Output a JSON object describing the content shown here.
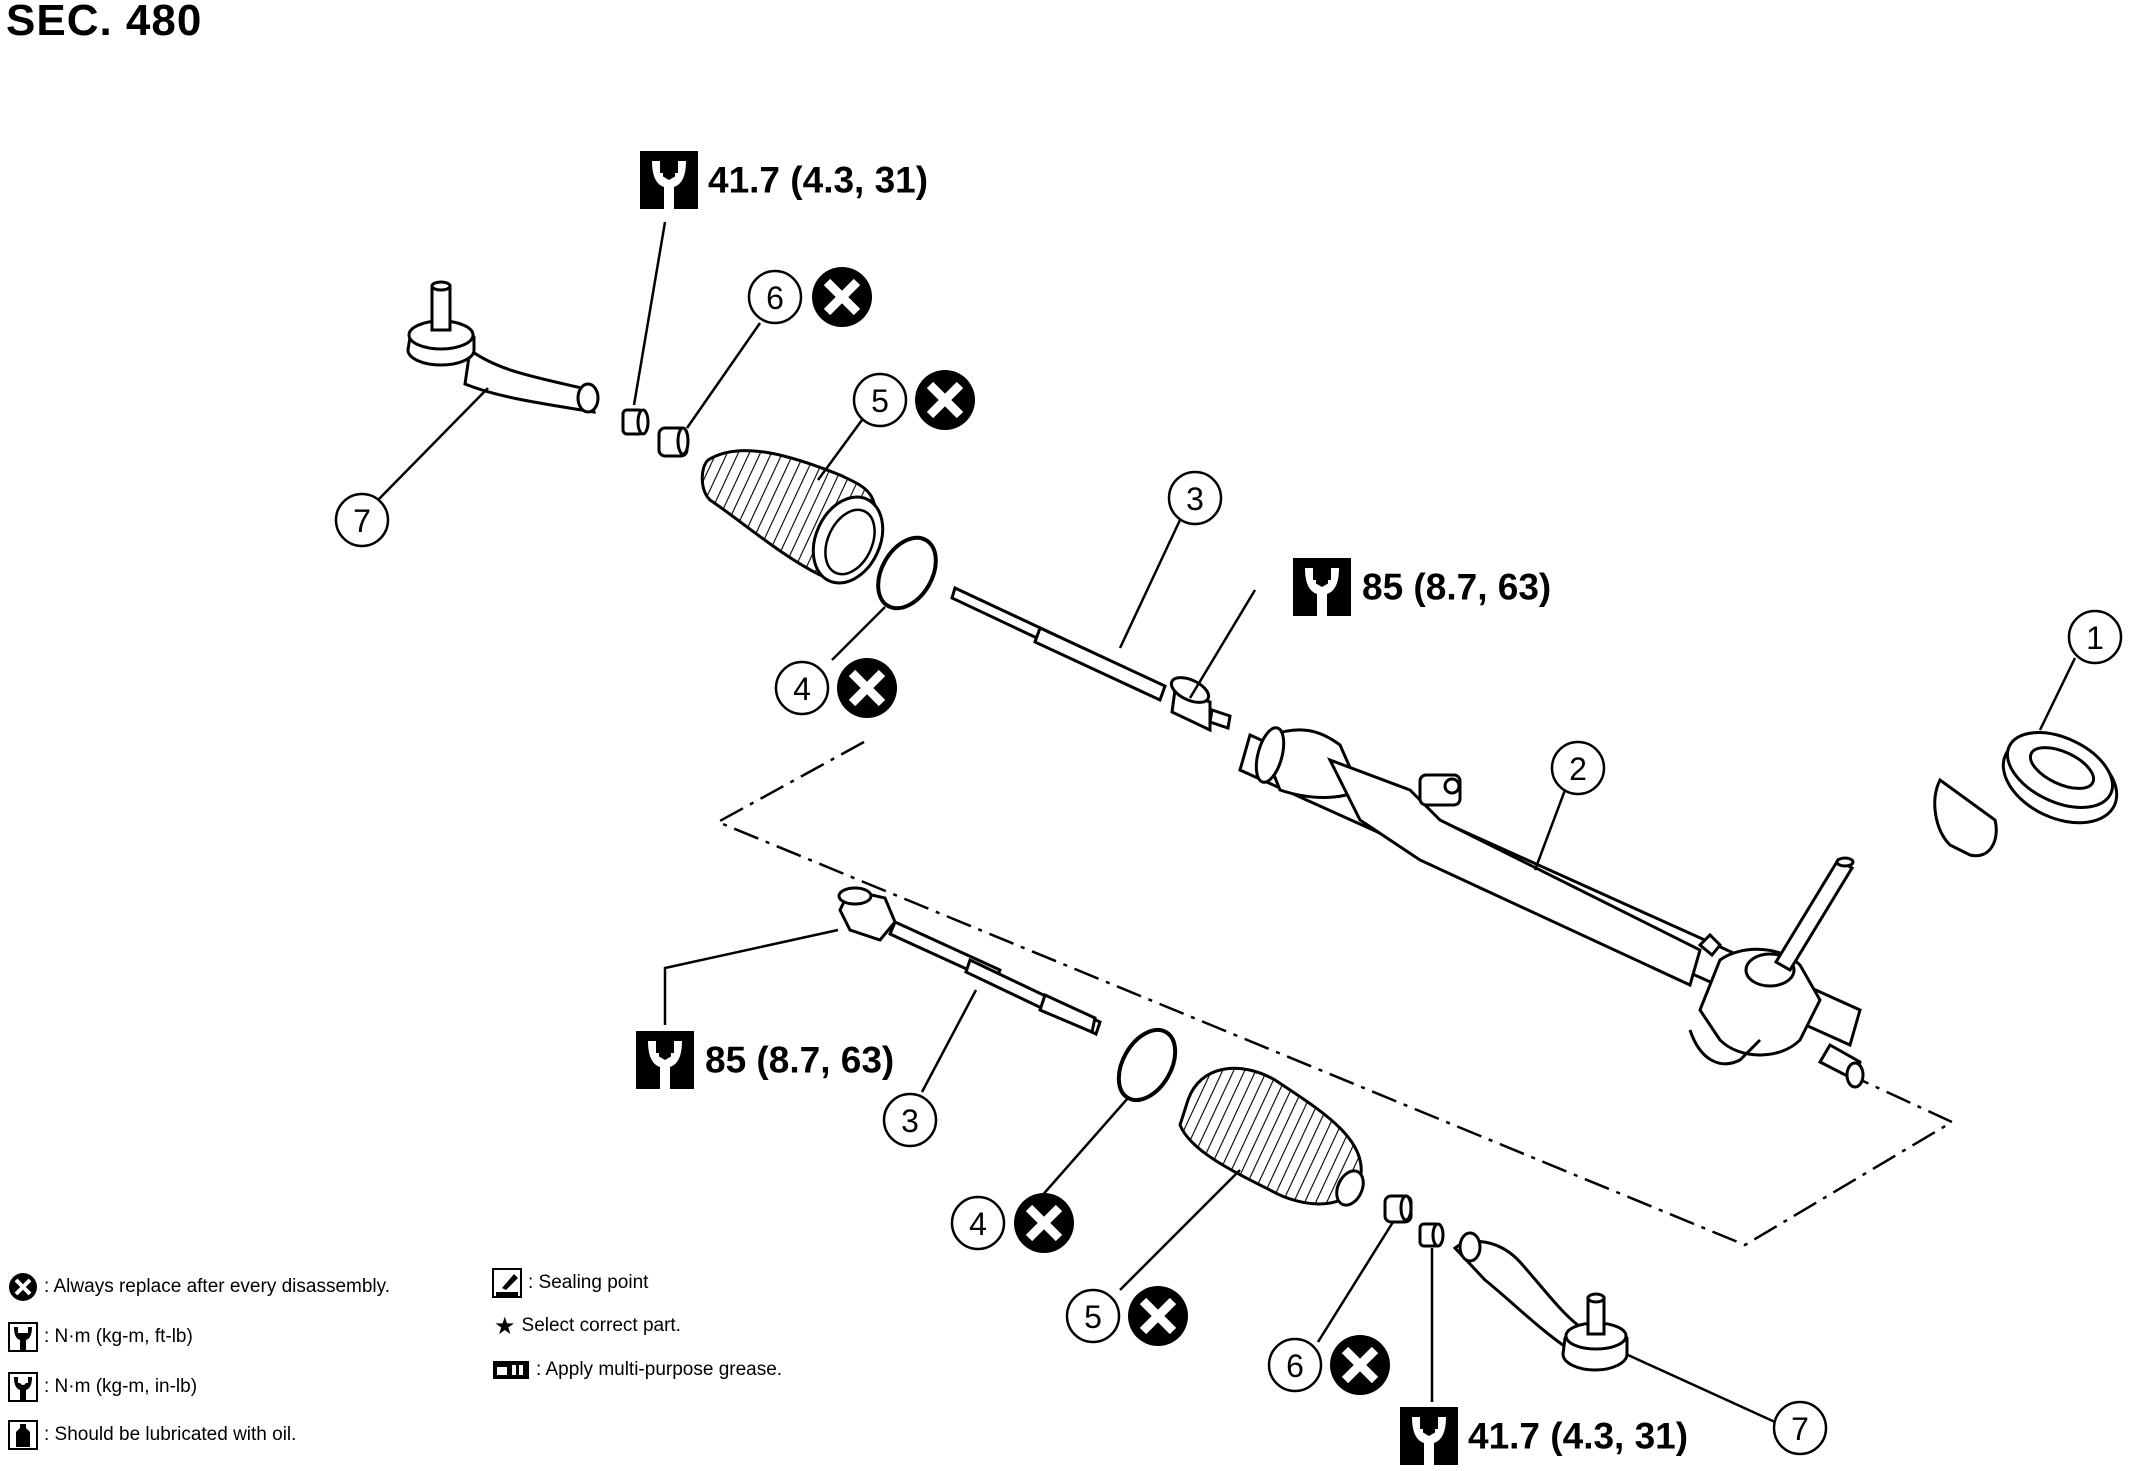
{
  "section_label": "SEC. 480",
  "callouts": {
    "c1": "1",
    "c2": "2",
    "c3_top": "3",
    "c3_bottom": "3",
    "c4_top": "4",
    "c4_bottom": "4",
    "c5_top": "5",
    "c5_bottom": "5",
    "c6_top": "6",
    "c6_bottom": "6",
    "c7_top": "7",
    "c7_bottom": "7"
  },
  "torque_specs": {
    "outer_nut_top": "41.7 (4.3, 31)",
    "inner_socket_top": "85 (8.7, 63)",
    "inner_socket_bottom": "85 (8.7, 63)",
    "outer_nut_bottom": "41.7 (4.3, 31)"
  },
  "legend": {
    "replace": ": Always replace after every disassembly.",
    "torque_ftlb": ": N·m (kg-m, ft-lb)",
    "torque_inlb": ": N·m (kg-m, in-lb)",
    "lubricate_oil": ": Should be lubricated with oil.",
    "sealing_point": ": Sealing point",
    "select_part": "Select correct part.",
    "grease": ": Apply multi-purpose grease."
  },
  "colors": {
    "ink": "#000000",
    "paper": "#ffffff"
  },
  "icons": [
    "replace-x-icon",
    "torque-wrench-icon",
    "sealing-point-icon",
    "star-icon",
    "grease-icon",
    "oil-can-icon"
  ]
}
